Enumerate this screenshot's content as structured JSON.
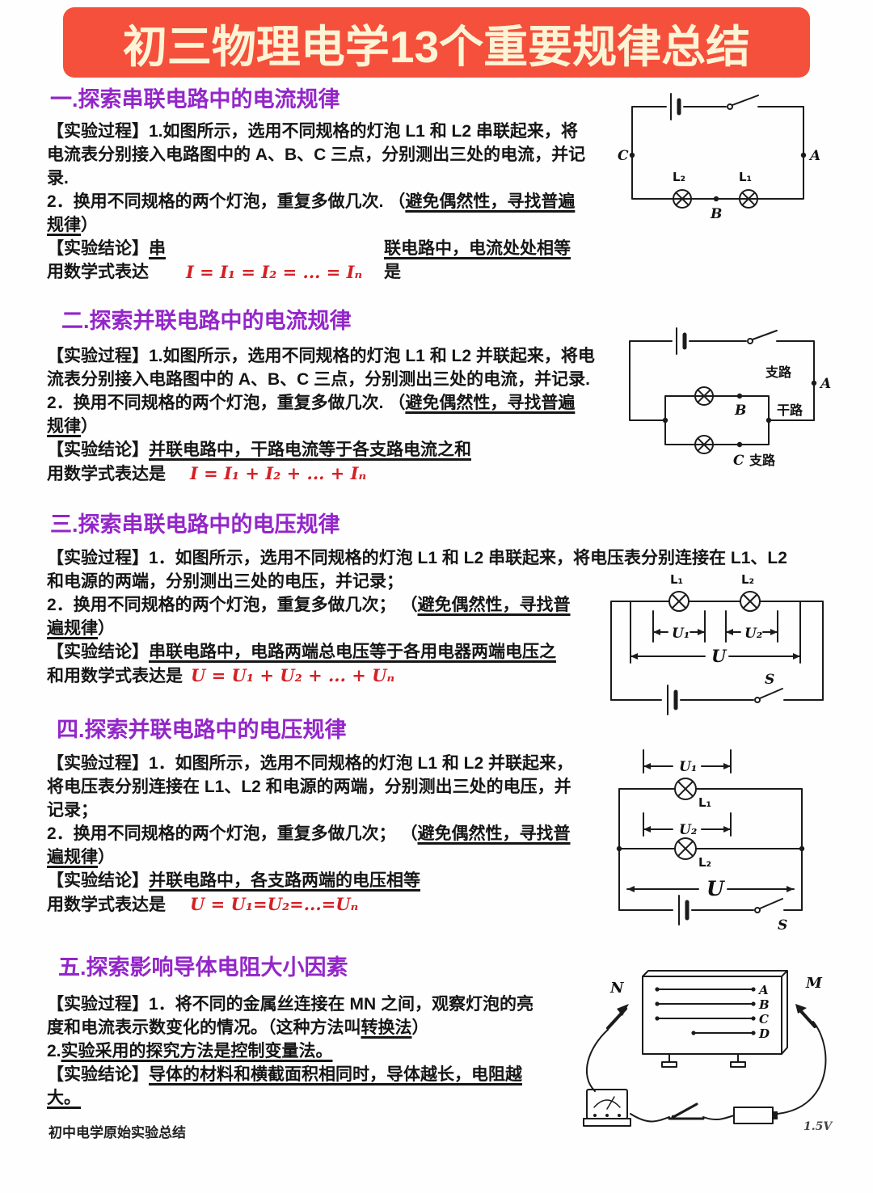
{
  "title": "初三物理电学13个重要规律总结",
  "footer": "初中电学原始实验总结",
  "colors": {
    "banner_bg": "#f5503c",
    "banner_text": "#fdf4d6",
    "heading": "#9326c9",
    "formula_red": "#d42025",
    "ink": "#151515"
  },
  "s1": {
    "heading": "一.探索串联电路中的电流规律",
    "l1": "【实验过程】1.如图所示，选用不同规格的灯泡 L1 和 L2 串联起来，将",
    "l2": "电流表分别接入电路图中的 A、B、C 三点，分别测出三处的电流，并记",
    "l3": "录.",
    "l4a": "2．换用不同规格的两个灯泡，重复多做几次. ",
    "l4b": "（",
    "l4c": "避免偶然性，寻找普遍",
    "l5a": "规律",
    "l5b": "）",
    "l6a": "【实验结论】",
    "l6b": "串",
    "l6c": "联电路中，电流处处相等",
    "l7a": "用数学式表达",
    "l7b": "I = I₁ = I₂ = ... = Iₙ",
    "l7c": "是"
  },
  "s2": {
    "heading": "二.探索并联电路中的电流规律",
    "l1": "【实验过程】1.如图所示，选用不同规格的灯泡 L1 和 L2 并联起来，将电",
    "l2": "流表分别接入电路图中的 A、B、C 三点，分别测出三处的电流，并记录.",
    "l3a": "2．换用不同规格的两个灯泡，重复多做几次. ",
    "l3b": "（",
    "l3c": "避免偶然性，寻找普遍",
    "l4a": "规律",
    "l4b": "）",
    "l5a": "【实验结论】",
    "l5b": "并联电路中，干路电流等于各支路电流之和",
    "l6a": "用数学式表达是",
    "l6b": "I = I₁ + I₂ + ... + Iₙ"
  },
  "s3": {
    "heading": "三.探索串联电路中的电压规律",
    "l1": "【实验过程】1．如图所示，选用不同规格的灯泡 L1 和 L2 串联起来，将电压表分别连接在 L1、L2",
    "l2": "和电源的两端，分别测出三处的电压，并记录；",
    "l3a": "2．换用不同规格的两个灯泡，重复多做几次； ",
    "l3b": "（",
    "l3c": "避免偶然性，寻找普",
    "l4a": "遍规律",
    "l4b": "）",
    "l5a": "【实验结论】",
    "l5b": "串联电路中，电路两端总电压等于各用电器两端电压之",
    "l6a": "和用数学式表达是",
    "l6b": "U = U₁ + U₂ + ... + Uₙ"
  },
  "s4": {
    "heading": "四.探索并联电路中的电压规律",
    "l1": "【实验过程】1．如图所示，选用不同规格的灯泡 L1 和 L2 并联起来，",
    "l2": "将电压表分别连接在 L1、L2 和电源的两端，分别测出三处的电压，并",
    "l3": "记录；",
    "l4a": "2．换用不同规格的两个灯泡，重复多做几次； ",
    "l4b": "（",
    "l4c": "避免偶然性，寻找普",
    "l5a": "遍规律",
    "l5b": "）",
    "l6a": "【实验结论】",
    "l6b": "并联电路中，各支路两端的电压相等",
    "l7a": "用数学式表达是",
    "l7b": "U = U₁=U₂=...=Uₙ"
  },
  "s5": {
    "heading": "五.探索影响导体电阻大小因素",
    "l1": "【实验过程】1．将不同的金属丝连接在 MN 之间，观察灯泡的亮",
    "l2a": "度和电流表示数变化的情况。（这种方法叫",
    "l2b": "转换法",
    "l2c": "）",
    "l3a": "2.",
    "l3b": "实验采用的探究方法是控制变量法。",
    "l4a": "【实验结论】",
    "l4b": "导体的材料和横截面积相同时，导体越长，电阻越",
    "l5": "大。"
  },
  "c1": {
    "C": "C",
    "A": "A",
    "B": "B",
    "L1": "L₁",
    "L2": "L₂"
  },
  "c2": {
    "A": "A",
    "B": "B",
    "C": "C",
    "zhilu_top": "支路",
    "zhilu_bottom": "支路",
    "ganlu": "干路"
  },
  "c3": {
    "L1": "L₁",
    "L2": "L₂",
    "U1": "U₁",
    "U2": "U₂",
    "U": "U",
    "S": "S"
  },
  "c4": {
    "U1": "U₁",
    "L1": "L₁",
    "U2": "U₂",
    "L2": "L₂",
    "U": "U",
    "S": "S"
  },
  "c5": {
    "A": "A",
    "B": "B",
    "C": "C",
    "D": "D",
    "M": "M",
    "N": "N",
    "v": "1.5V"
  }
}
